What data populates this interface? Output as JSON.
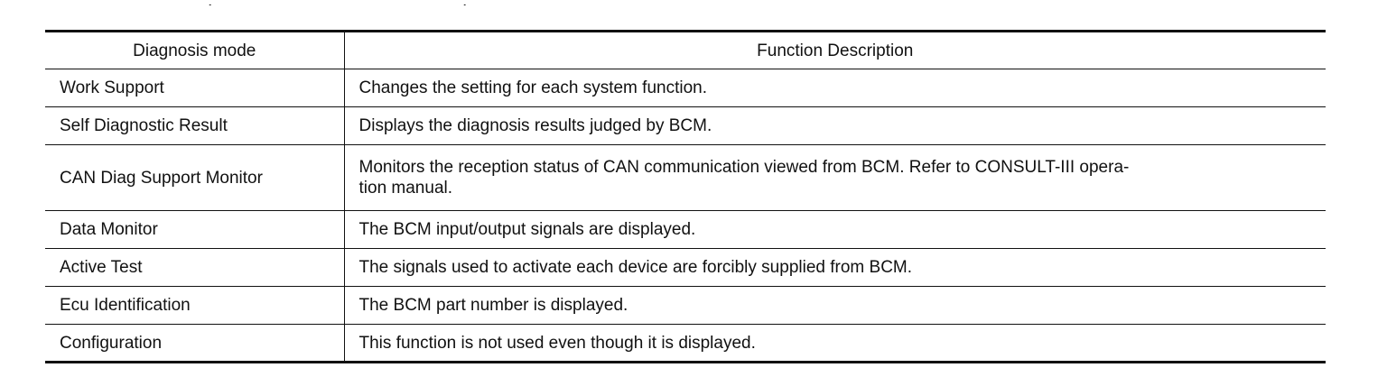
{
  "table": {
    "header": {
      "mode": "Diagnosis mode",
      "description": "Function Description"
    },
    "rows": [
      {
        "mode": "Work Support",
        "description": "Changes the setting for each system function."
      },
      {
        "mode": "Self Diagnostic Result",
        "description": "Displays the diagnosis results judged by BCM."
      },
      {
        "mode": "CAN Diag Support Monitor",
        "description": "Monitors the reception status of CAN communication viewed from BCM. Refer to CONSULT-III opera-\ntion manual."
      },
      {
        "mode": "Data Monitor",
        "description": "The BCM input/output signals are displayed."
      },
      {
        "mode": "Active Test",
        "description": "The signals used to activate each device are forcibly supplied from BCM."
      },
      {
        "mode": "Ecu Identification",
        "description": "The BCM part number is displayed."
      },
      {
        "mode": "Configuration",
        "description": "This function is not used even though it is displayed."
      }
    ]
  }
}
